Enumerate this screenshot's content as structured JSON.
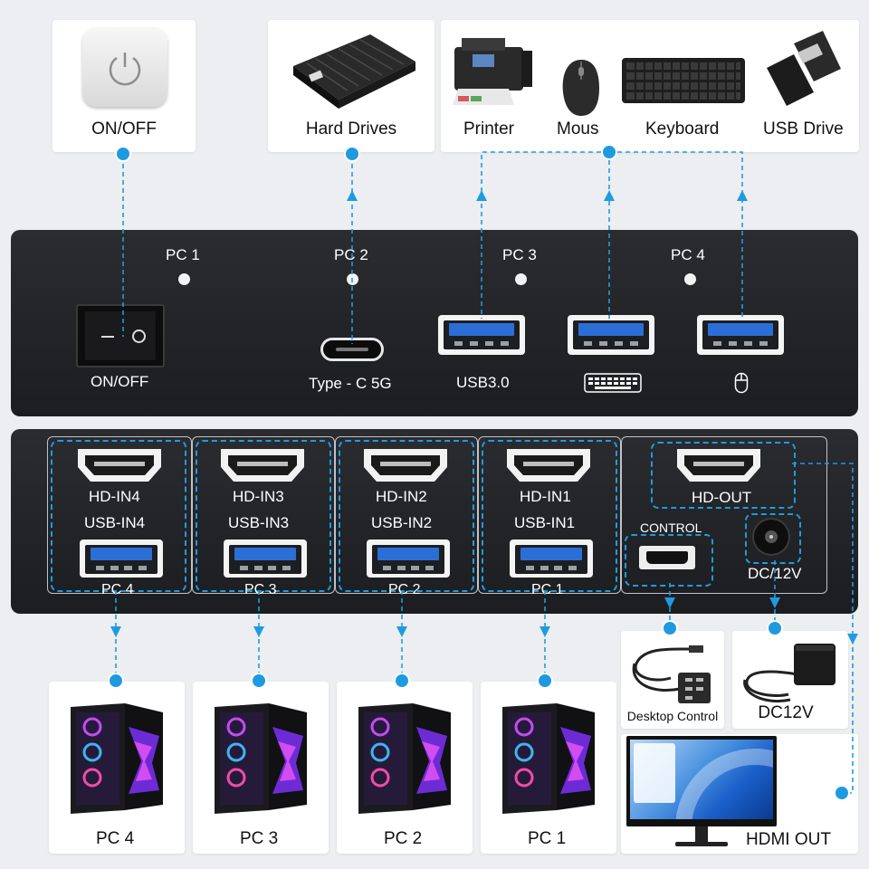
{
  "top_devices": {
    "onoff": "ON/OFF",
    "hard_drives": "Hard Drives",
    "printer": "Printer",
    "mouse": "Mous",
    "keyboard": "Keyboard",
    "usb_drive": "USB Drive"
  },
  "front_panel": {
    "pc1": "PC 1",
    "pc2": "PC 2",
    "pc3": "PC 3",
    "pc4": "PC 4",
    "onoff_label": "ON/OFF",
    "typec_label": "Type - C 5G",
    "usb30_label": "USB3.0"
  },
  "back_panel": {
    "ports": [
      {
        "hd": "HD-IN4",
        "usb": "USB-IN4",
        "pc": "PC 4"
      },
      {
        "hd": "HD-IN3",
        "usb": "USB-IN3",
        "pc": "PC 3"
      },
      {
        "hd": "HD-IN2",
        "usb": "USB-IN2",
        "pc": "PC 2"
      },
      {
        "hd": "HD-IN1",
        "usb": "USB-IN1",
        "pc": "PC 1"
      }
    ],
    "hd_out": "HD-OUT",
    "control": "CONTROL",
    "dc": "DC/12V"
  },
  "bottom_devices": {
    "pcs": [
      "PC 4",
      "PC 3",
      "PC 2",
      "PC 1"
    ],
    "desktop_control": "Desktop Control",
    "dc12v": "DC12V",
    "hdmi_out": "HDMI OUT"
  },
  "colors": {
    "accent": "#1e9be0",
    "panel": "#232427",
    "usb_blue": "#2b6fd6"
  }
}
